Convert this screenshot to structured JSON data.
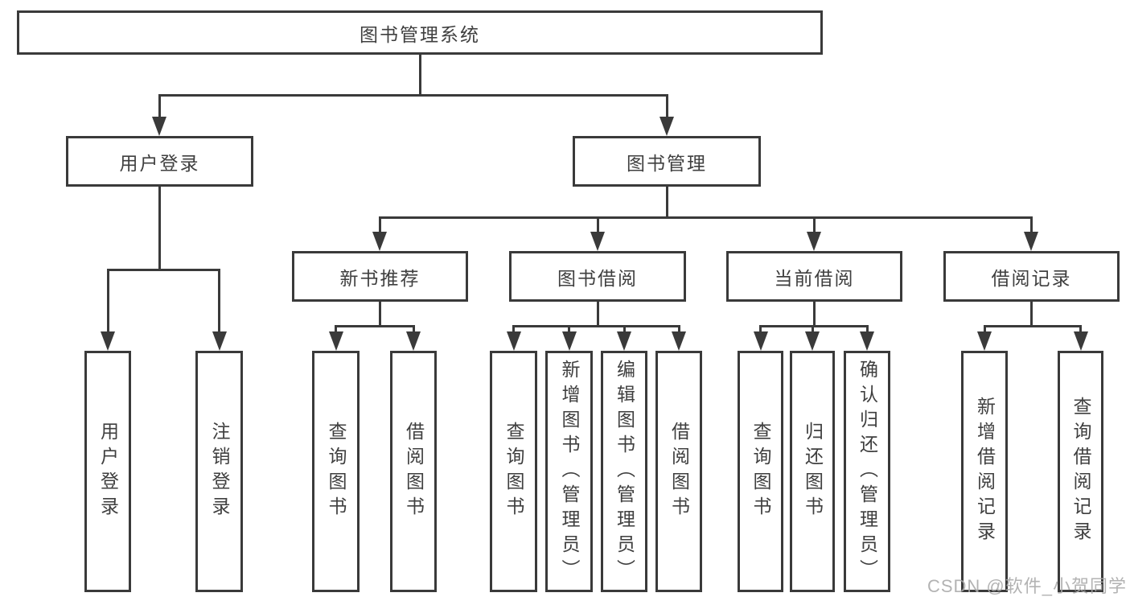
{
  "title": {
    "label": "图书管理系统"
  },
  "colors": {
    "line": "#3a3a3a",
    "text": "#3f3f3f",
    "background": "#ffffff",
    "watermark": "#a9a9a9"
  },
  "level2": [
    {
      "label": "用户登录",
      "parent": "图书管理系统"
    },
    {
      "label": "图书管理",
      "parent": "图书管理系统"
    }
  ],
  "level3": [
    {
      "label": "新书推荐",
      "parent": "图书管理"
    },
    {
      "label": "图书借阅",
      "parent": "图书管理"
    },
    {
      "label": "当前借阅",
      "parent": "图书管理"
    },
    {
      "label": "借阅记录",
      "parent": "图书管理"
    }
  ],
  "leaves": [
    {
      "label": "用户登录",
      "parent": "用户登录"
    },
    {
      "label": "注销登录",
      "parent": "用户登录"
    },
    {
      "label": "查询图书",
      "parent": "新书推荐"
    },
    {
      "label": "借阅图书",
      "parent": "新书推荐"
    },
    {
      "label": "查询图书",
      "parent": "图书借阅"
    },
    {
      "label": "新增图书（管理员）",
      "parent": "图书借阅"
    },
    {
      "label": "编辑图书（管理员）",
      "parent": "图书借阅"
    },
    {
      "label": "借阅图书",
      "parent": "图书借阅"
    },
    {
      "label": "查询图书",
      "parent": "当前借阅"
    },
    {
      "label": "归还图书",
      "parent": "当前借阅"
    },
    {
      "label": "确认归还（管理员）",
      "parent": "当前借阅"
    },
    {
      "label": "新增借阅记录",
      "parent": "借阅记录"
    },
    {
      "label": "查询借阅记录",
      "parent": "借阅记录"
    }
  ],
  "watermark": {
    "text": "CSDN @软件_小贺同学"
  }
}
